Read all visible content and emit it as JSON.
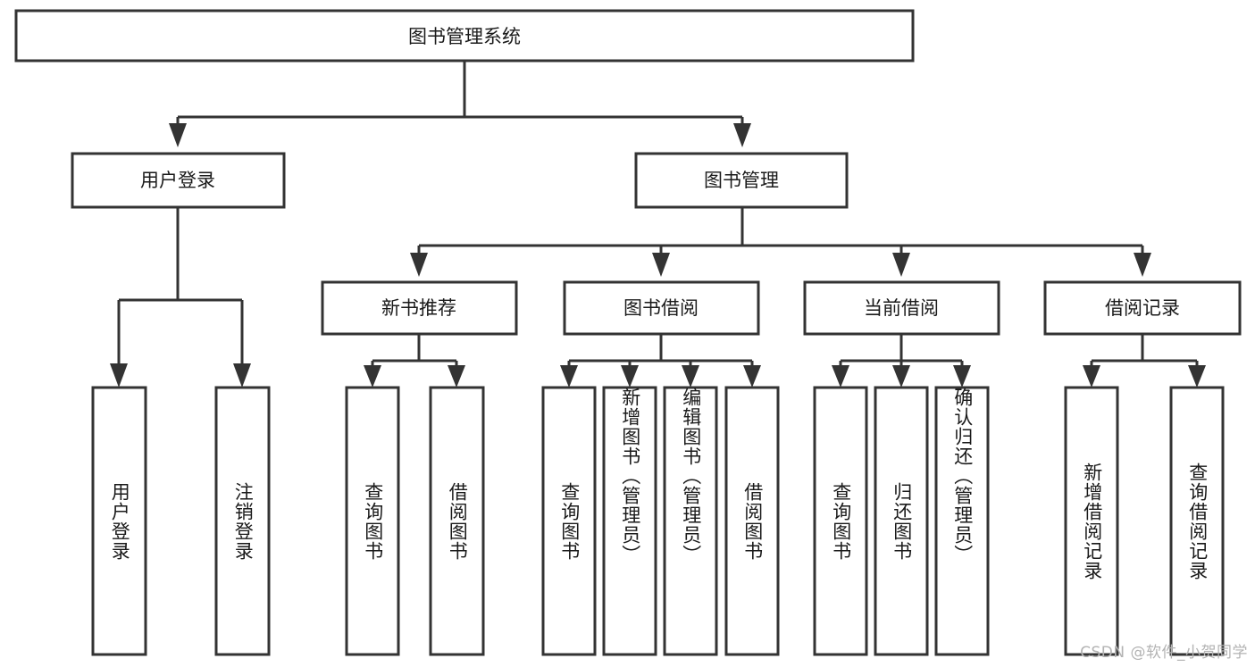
{
  "diagram": {
    "title": "图书管理系统",
    "type": "tree-hierarchy-chart",
    "colors": {
      "background": "#ffffff",
      "box_stroke": "#333333",
      "box_fill": "#ffffff",
      "text": "#1a1a1a",
      "watermark": "#b3b3b3"
    },
    "root": {
      "id": "root",
      "label": "图书管理系统"
    },
    "level2": [
      {
        "id": "user-login",
        "label": "用户登录"
      },
      {
        "id": "book-manage",
        "label": "图书管理"
      }
    ],
    "level3": [
      {
        "id": "new-book-rec",
        "label": "新书推荐"
      },
      {
        "id": "book-borrow",
        "label": "图书借阅"
      },
      {
        "id": "current-borrow",
        "label": "当前借阅"
      },
      {
        "id": "borrow-record",
        "label": "借阅记录"
      }
    ],
    "leaves": [
      {
        "id": "leaf-user-login",
        "label": "用户登录",
        "parent": "user-login"
      },
      {
        "id": "leaf-user-logout",
        "label": "注销登录",
        "parent": "user-login"
      },
      {
        "id": "leaf-query-book-1",
        "label": "查询图书",
        "parent": "new-book-rec"
      },
      {
        "id": "leaf-borrow-book-1",
        "label": "借阅图书",
        "parent": "new-book-rec"
      },
      {
        "id": "leaf-query-book-2",
        "label": "查询图书",
        "parent": "book-borrow"
      },
      {
        "id": "leaf-add-book",
        "label": "新增图书（管理员）",
        "parent": "book-borrow"
      },
      {
        "id": "leaf-edit-book",
        "label": "编辑图书（管理员）",
        "parent": "book-borrow"
      },
      {
        "id": "leaf-borrow-book-2",
        "label": "借阅图书",
        "parent": "book-borrow"
      },
      {
        "id": "leaf-query-book-3",
        "label": "查询图书",
        "parent": "current-borrow"
      },
      {
        "id": "leaf-return-book",
        "label": "归还图书",
        "parent": "current-borrow"
      },
      {
        "id": "leaf-confirm-return",
        "label": "确认归还（管理员）",
        "parent": "current-borrow"
      },
      {
        "id": "leaf-add-record",
        "label": "新增借阅记录",
        "parent": "borrow-record"
      },
      {
        "id": "leaf-query-record",
        "label": "查询借阅记录",
        "parent": "borrow-record"
      }
    ]
  },
  "watermark": {
    "text": "CSDN @软件_小贺同学"
  }
}
